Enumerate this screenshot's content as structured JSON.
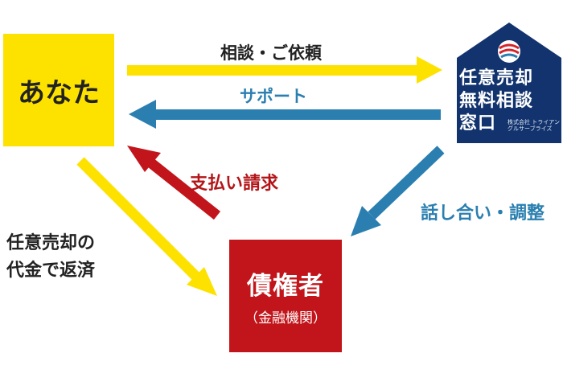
{
  "nodes": {
    "you": "あなた",
    "office": {
      "line1": "任意売却",
      "line2": "無料相談",
      "line3": "窓口",
      "company": "株式会社 トライアングルサーブライズ"
    },
    "creditor": {
      "title": "債権者",
      "subtitle": "（金融機関）"
    }
  },
  "edges": {
    "consult": "相談・ご依頼",
    "support": "サポート",
    "claim": "支払い請求",
    "negotiate": "話し合い・調整",
    "repay_line1": "任意売却の",
    "repay_line2": "代金で返済"
  },
  "colors": {
    "yellow": "#fde200",
    "blue": "#2a7fb0",
    "red": "#c2151b",
    "navy": "#12336e"
  }
}
